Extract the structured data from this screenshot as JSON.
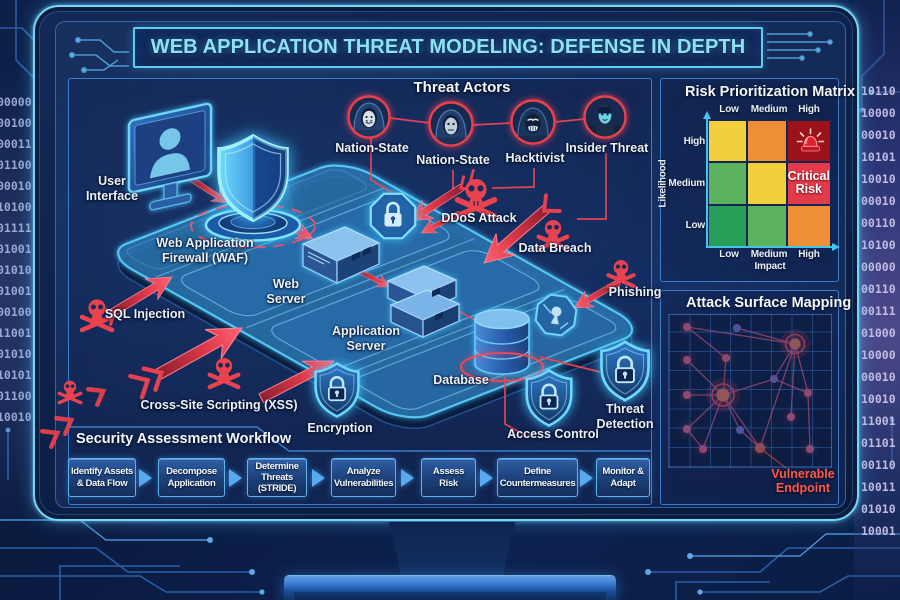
{
  "title": "WEB APPLICATION THREAT MODELING: DEFENSE IN DEPTH",
  "colors": {
    "accent_cyan": "#5fd2f4",
    "screen_blue": "#142a58",
    "threat_red": "#e8414e",
    "matrix_yellow": "#f2cf3d",
    "matrix_orange": "#ee8f35",
    "matrix_green": "#5cb35f",
    "matrix_dark_green": "#279f58",
    "matrix_red": "#e33a49",
    "matrix_dark_red": "#9d111b",
    "vulnerable_red": "#ff5948"
  },
  "diagram": {
    "user_interface": "User Interface",
    "waf": "Web Application Firewall (WAF)",
    "web_server": "Web Server",
    "app_server": "Application Server",
    "database": "Database",
    "encryption": "Encryption",
    "access_control": "Access Control",
    "threat_detection": "Threat Detection"
  },
  "threat_actors": {
    "title": "Threat Actors",
    "actors": [
      "Nation-State",
      "Nation-State",
      "Hacktivist",
      "Insider Threat"
    ]
  },
  "attacks": {
    "sql_injection": "SQL Injection",
    "xss": "Cross-Site Scripting (XSS)",
    "ddos": "DDoS Attack",
    "data_breach": "Data Breach",
    "phishing": "Phishing"
  },
  "risk_matrix": {
    "title": "Risk Prioritization Matrix",
    "x_axis": "Impact",
    "y_axis": "Likelihood",
    "col_labels": [
      "Low",
      "Medium",
      "High"
    ],
    "row_labels": [
      "High",
      "Medium",
      "Low"
    ],
    "critical_label": "Critical Risk",
    "cell_colors": [
      [
        "#f2cf3d",
        "#ee8f35",
        "#9d111b"
      ],
      [
        "#5cb35f",
        "#f2cf3d",
        "#e33a49"
      ],
      [
        "#279f58",
        "#5cb35f",
        "#ee8f35"
      ]
    ]
  },
  "attack_surface": {
    "title": "Attack Surface Mapping",
    "vulnerable_endpoint": "Vulnerable Endpoint"
  },
  "workflow": {
    "title": "Security Assessment Workflow",
    "steps": [
      "Identify Assets & Data Flow",
      "Decompose Application",
      "Determine Threats (STRIDE)",
      "Analyze Vulnerabilities",
      "Assess Risk",
      "Define Countermeasures",
      "Monitor & Adapt"
    ]
  },
  "binary": {
    "left": "00000\n00100\n00011\n01100\n00010\n10100\n01111\n01001\n01010\n01001\n00100\n11001\n01010\n10101\n01100\n10010",
    "right": "10110\n10000\n00010\n10101\n10010\n00010\n00110\n10100\n00000\n00110\n00111\n01000\n10000\n00010\n10010\n11001\n01101\n00110\n10011\n01010\n10001"
  }
}
